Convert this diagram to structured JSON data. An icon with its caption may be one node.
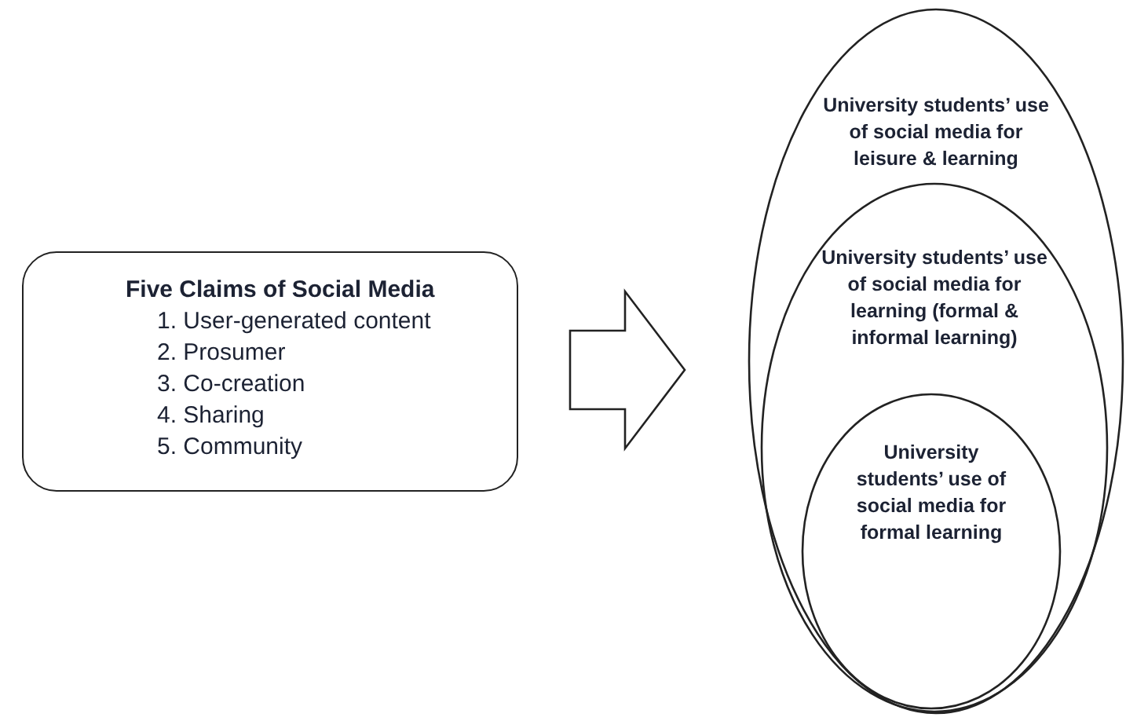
{
  "diagram": {
    "nodes": [
      {
        "text": [
          "Five Claims of Social Media",
          "1. User-generated content",
          "2. Prosumer",
          "3. Co-creation",
          "4. Sharing",
          "5. Community"
        ]
      },
      {
        "text": [
          "University students’ use of social media for leisure & learning"
        ]
      },
      {
        "text": [
          "University students’ use of social media for learning (formal & informal learning)"
        ],
        "in": 1
      },
      {
        "text": [
          "University students’ use of social media for formal learning"
        ],
        "in": 2
      }
    ],
    "edges": [
      {
        "from": 0,
        "to": 1,
        "arrow": "to"
      }
    ]
  }
}
